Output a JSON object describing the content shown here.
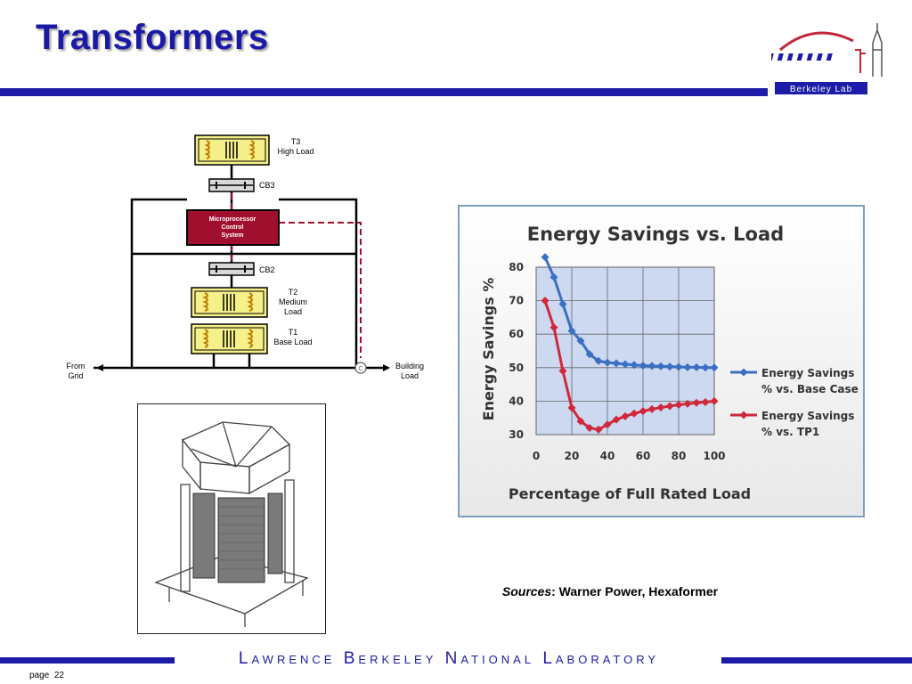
{
  "slide": {
    "title": "Transformers",
    "page_label": "page",
    "page_number": "22",
    "footer": "Lawrence Berkeley National Laboratory",
    "sources_label": "Sources",
    "sources_text": ": Warner Power, Hexaformer"
  },
  "logo": {
    "text": "Berkeley Lab"
  },
  "diagram": {
    "t3": "T3",
    "t3_sub": "High Load",
    "cb3": "CB3",
    "micro_1": "Microprocessor",
    "micro_2": "Control",
    "micro_3": "System",
    "cb2": "CB2",
    "t2": "T2",
    "t2_sub1": "Medium",
    "t2_sub2": "Load",
    "t1": "T1",
    "t1_sub": "Base Load",
    "from_1": "From",
    "from_2": "Grid",
    "bld_1": "Building",
    "bld_2": "Load",
    "ct": "C"
  },
  "colors": {
    "brand_blue": "#1c1ca8",
    "series_blue": "#3a6fc4",
    "series_red": "#d0283a",
    "micro_fill": "#a0102e",
    "coil_fill": "#f6f08a"
  },
  "chart_data": {
    "type": "line",
    "title": "Energy Savings vs. Load",
    "xlabel": "Percentage of Full Rated Load",
    "ylabel": "Energy Savings  %",
    "xlim": [
      0,
      100
    ],
    "ylim": [
      30,
      80
    ],
    "xticks": [
      0,
      20,
      40,
      60,
      80,
      100
    ],
    "yticks": [
      30,
      40,
      50,
      60,
      70,
      80
    ],
    "grid": true,
    "legend": "right",
    "series": [
      {
        "name": "Energy Savings % vs. Base Case",
        "legend_line1": "Energy Savings",
        "legend_line2": "% vs. Base Case",
        "color": "#3a6fc4",
        "x": [
          5,
          10,
          15,
          20,
          25,
          30,
          35,
          40,
          45,
          50,
          55,
          60,
          65,
          70,
          75,
          80,
          85,
          90,
          95,
          100
        ],
        "y": [
          83,
          77,
          69,
          61,
          58,
          54,
          52,
          51.5,
          51.3,
          51,
          50.8,
          50.6,
          50.5,
          50.4,
          50.3,
          50.2,
          50.1,
          50.1,
          50,
          50
        ]
      },
      {
        "name": "Energy Savings % vs. TP1",
        "legend_line1": "Energy Savings",
        "legend_line2": "% vs. TP1",
        "color": "#d0283a",
        "x": [
          5,
          10,
          15,
          20,
          25,
          30,
          35,
          40,
          45,
          50,
          55,
          60,
          65,
          70,
          75,
          80,
          85,
          90,
          95,
          100
        ],
        "y": [
          70,
          62,
          49,
          38,
          34,
          32,
          31.5,
          33,
          34.5,
          35.5,
          36.3,
          37,
          37.6,
          38.1,
          38.5,
          38.9,
          39.2,
          39.5,
          39.7,
          40
        ]
      }
    ]
  }
}
